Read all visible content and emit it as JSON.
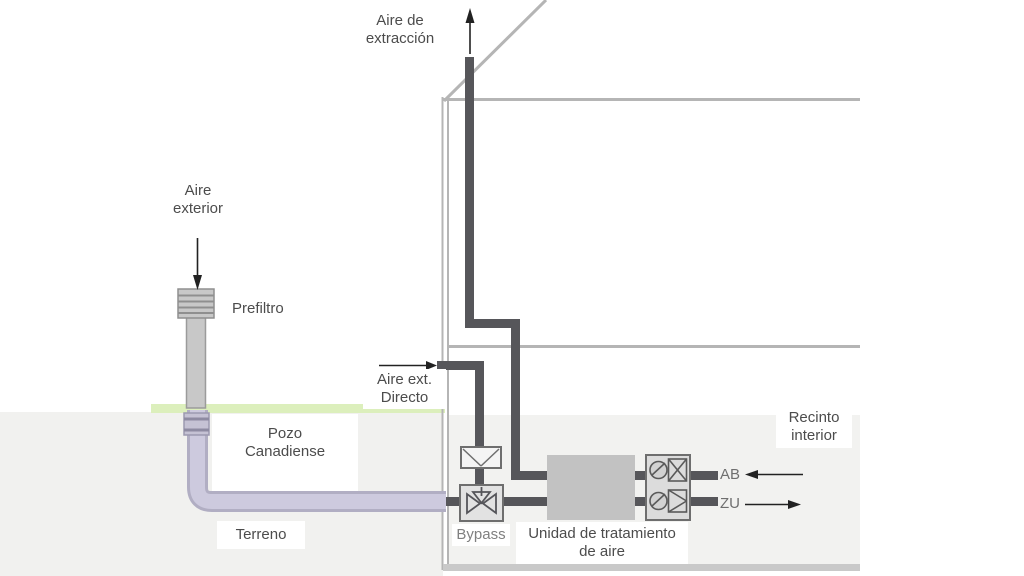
{
  "labels": {
    "extraction_air": "Aire de\nextracción",
    "exterior_air": "Aire\nexterior",
    "prefilter": "Prefiltro",
    "direct_exterior_air": "Aire ext.\nDirecto",
    "canadian_well": "Pozo\nCanadiense",
    "ground": "Terreno",
    "bypass": "Bypass",
    "air_handling_unit": "Unidad de tratamiento\nde aire",
    "interior_room": "Recinto\ninterior",
    "extract_air_port": "AB",
    "supply_air_port": "ZU"
  },
  "icons": {
    "up_arrow": "extraction-air-flow-up",
    "down_arrow": "exterior-air-flow-down",
    "right_arrow": "direct-exterior-air-flow-right",
    "left_arrow": "extract-air-flow-from-room",
    "right_arrow_supply": "supply-air-flow-to-room",
    "fan": "fan-symbol",
    "damper": "damper-symbol",
    "three_way_valve": "bypass-valve-symbol"
  },
  "colors": {
    "pipe_dark": "#56565a",
    "pipe_above_ground": "#c8c8c8",
    "pipe_underground": "#cdcade",
    "ground_surface_green": "#dcefbc",
    "terrain_fill": "#f1f1ef",
    "house_outline": "#b5b5b5",
    "unit_fill": "#c2c2c2",
    "text": "#4c4c4c"
  }
}
